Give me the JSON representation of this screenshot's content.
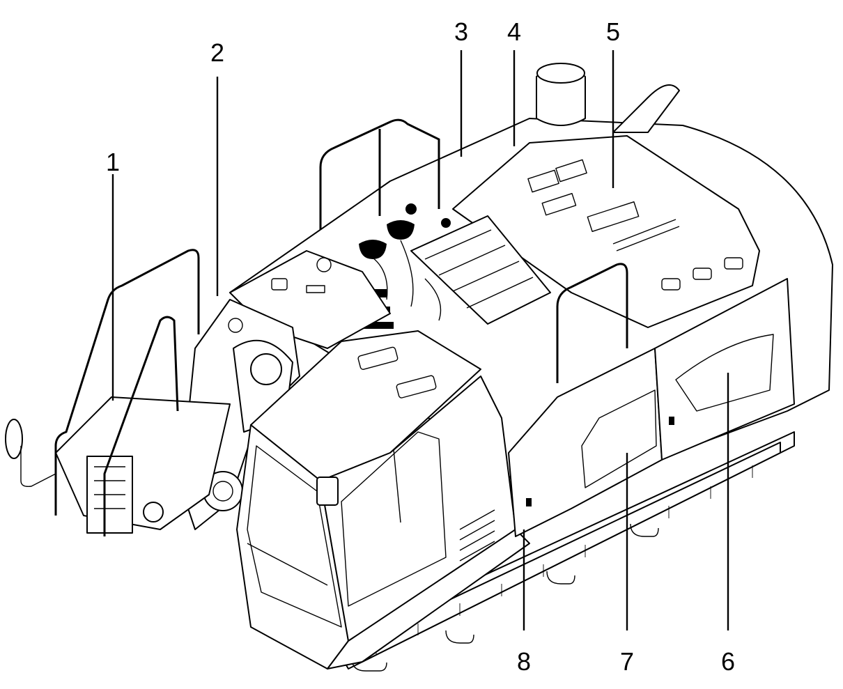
{
  "callouts": [
    {
      "id": "1",
      "label": "1"
    },
    {
      "id": "2",
      "label": "2"
    },
    {
      "id": "3",
      "label": "3"
    },
    {
      "id": "4",
      "label": "4"
    },
    {
      "id": "5",
      "label": "5"
    },
    {
      "id": "6",
      "label": "6"
    },
    {
      "id": "7",
      "label": "7"
    },
    {
      "id": "8",
      "label": "8"
    }
  ],
  "colors": {
    "ink": "#000000",
    "paper": "#ffffff"
  },
  "illustration": "excavator-upper-structure-line-drawing"
}
